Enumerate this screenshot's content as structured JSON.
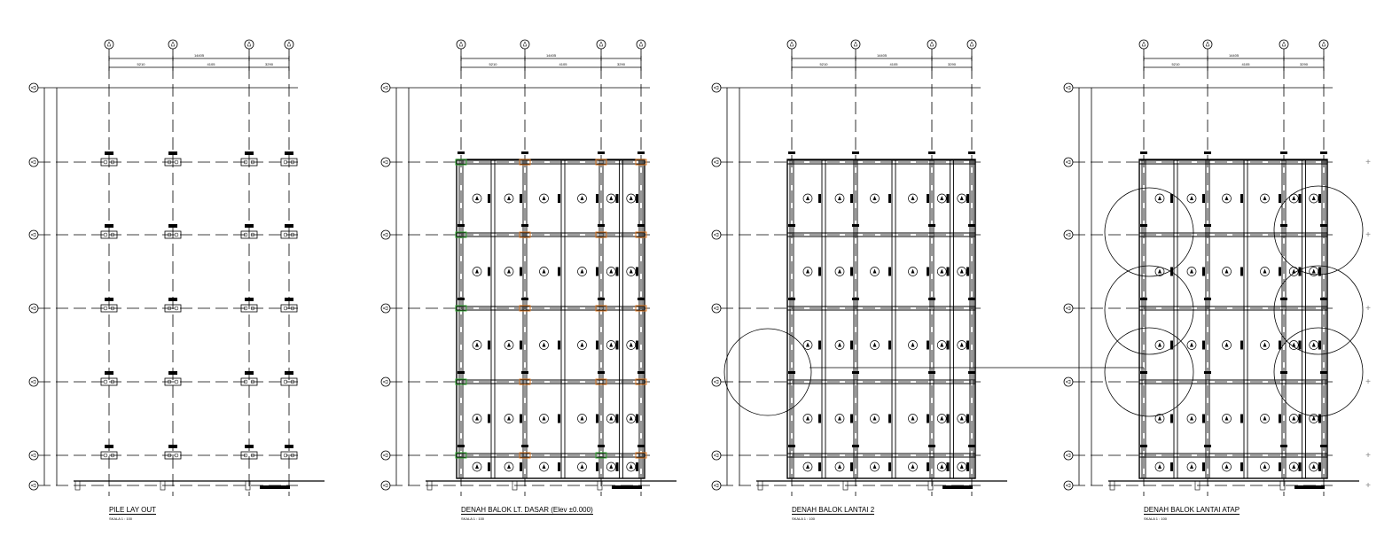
{
  "plans": [
    {
      "id": "pile-layout",
      "title": "PILE LAY OUT",
      "scale": "SKALA  1 : 100",
      "type": "pile",
      "dimensions": {
        "overall_width": "14405",
        "bays": [
          "5210",
          "4105",
          "3290"
        ]
      }
    },
    {
      "id": "denah-balok-lt-dasar",
      "title": "DENAH BALOK LT. DASAR (Elev ±0.000)",
      "scale": "SKALA  1 : 100",
      "type": "beam-ground",
      "dimensions": {
        "overall_width": "14405",
        "bays": [
          "5210",
          "4105",
          "3290"
        ]
      }
    },
    {
      "id": "denah-balok-lantai-2",
      "title": "DENAH BALOK LANTAI 2",
      "scale": "SKALA  1 : 100",
      "type": "beam-floor2",
      "dimensions": {
        "overall_width": "14405",
        "bays": [
          "5210",
          "4105",
          "3290"
        ]
      }
    },
    {
      "id": "denah-balok-lantai-atap",
      "title": "DENAH BALOK LANTAI ATAP",
      "scale": "SKALA  1 : 100",
      "type": "beam-roof",
      "dimensions": {
        "overall_width": "14405",
        "bays": [
          "5210",
          "4105",
          "3290"
        ]
      }
    }
  ],
  "colors": {
    "line": "#000000",
    "pile_highlight_green": "#33aa33",
    "pile_highlight_orange": "#dd7722"
  }
}
